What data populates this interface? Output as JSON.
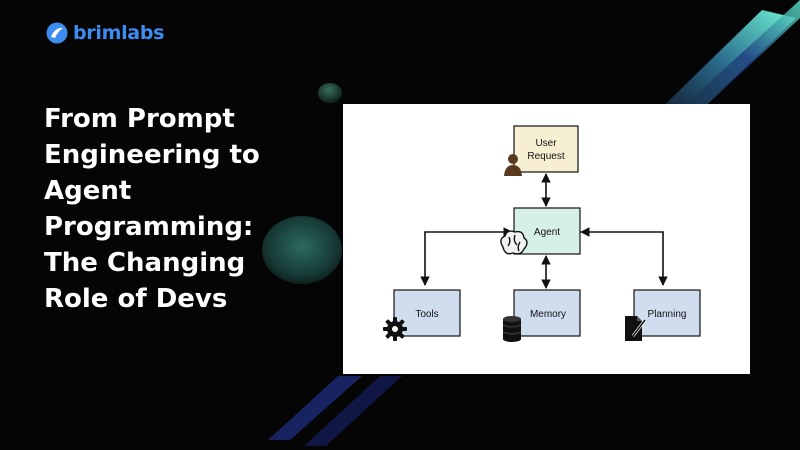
{
  "brand": {
    "name": "brimlabs",
    "color": "#3d8cf0"
  },
  "headline": {
    "lines": [
      "From Prompt",
      "Engineering to",
      "Agent",
      "Programming:",
      "The Changing",
      "Role of Devs"
    ]
  },
  "diagram": {
    "nodes": {
      "user_request": {
        "lines": [
          "User",
          "Request"
        ],
        "fill": "#f7efd2",
        "icon": "person-icon"
      },
      "agent": {
        "label": "Agent",
        "fill": "#d6efe8",
        "icon": "brain-icon"
      },
      "tools": {
        "label": "Tools",
        "fill": "#cfddef",
        "icon": "gear-icon"
      },
      "memory": {
        "label": "Memory",
        "fill": "#cfddef",
        "icon": "database-icon"
      },
      "planning": {
        "label": "Planning",
        "fill": "#cfddef",
        "icon": "document-pen-icon"
      }
    },
    "edges": [
      {
        "from": "user_request",
        "to": "agent",
        "type": "bidirectional"
      },
      {
        "from": "agent",
        "to": "tools",
        "type": "bidirectional"
      },
      {
        "from": "agent",
        "to": "memory",
        "type": "bidirectional"
      },
      {
        "from": "agent",
        "to": "planning",
        "type": "bidirectional"
      }
    ]
  },
  "colors": {
    "background": "#050505",
    "accent_stripe": "#5ff0d0",
    "accent_stripe_dark": "#1e2d7a",
    "orb": "#1f4a44"
  }
}
